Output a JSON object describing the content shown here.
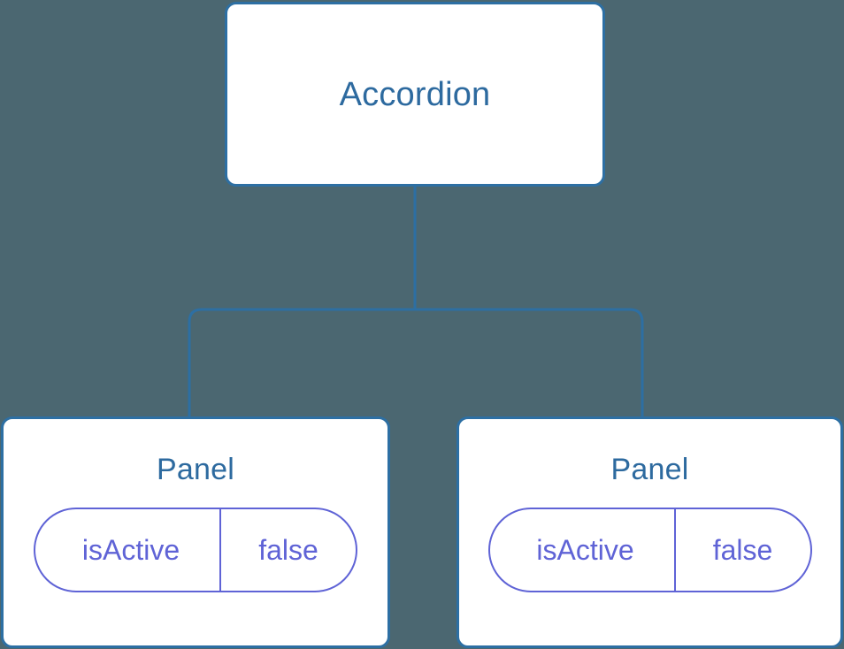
{
  "theme": {
    "background": "#4b6771",
    "node_fill": "#ffffff",
    "node_stroke": "#2d6fa3",
    "node_text": "#2d6a9f",
    "prop_stroke": "#5f63d6",
    "prop_text": "#5f63d6",
    "edge_stroke": "#2d6fa3"
  },
  "diagram": {
    "type": "component-tree",
    "root": {
      "id": "accordion",
      "title": "Accordion"
    },
    "children": [
      {
        "id": "panel-left",
        "title": "Panel",
        "props": [
          {
            "key": "isActive",
            "value": "false"
          }
        ]
      },
      {
        "id": "panel-right",
        "title": "Panel",
        "props": [
          {
            "key": "isActive",
            "value": "false"
          }
        ]
      }
    ]
  }
}
